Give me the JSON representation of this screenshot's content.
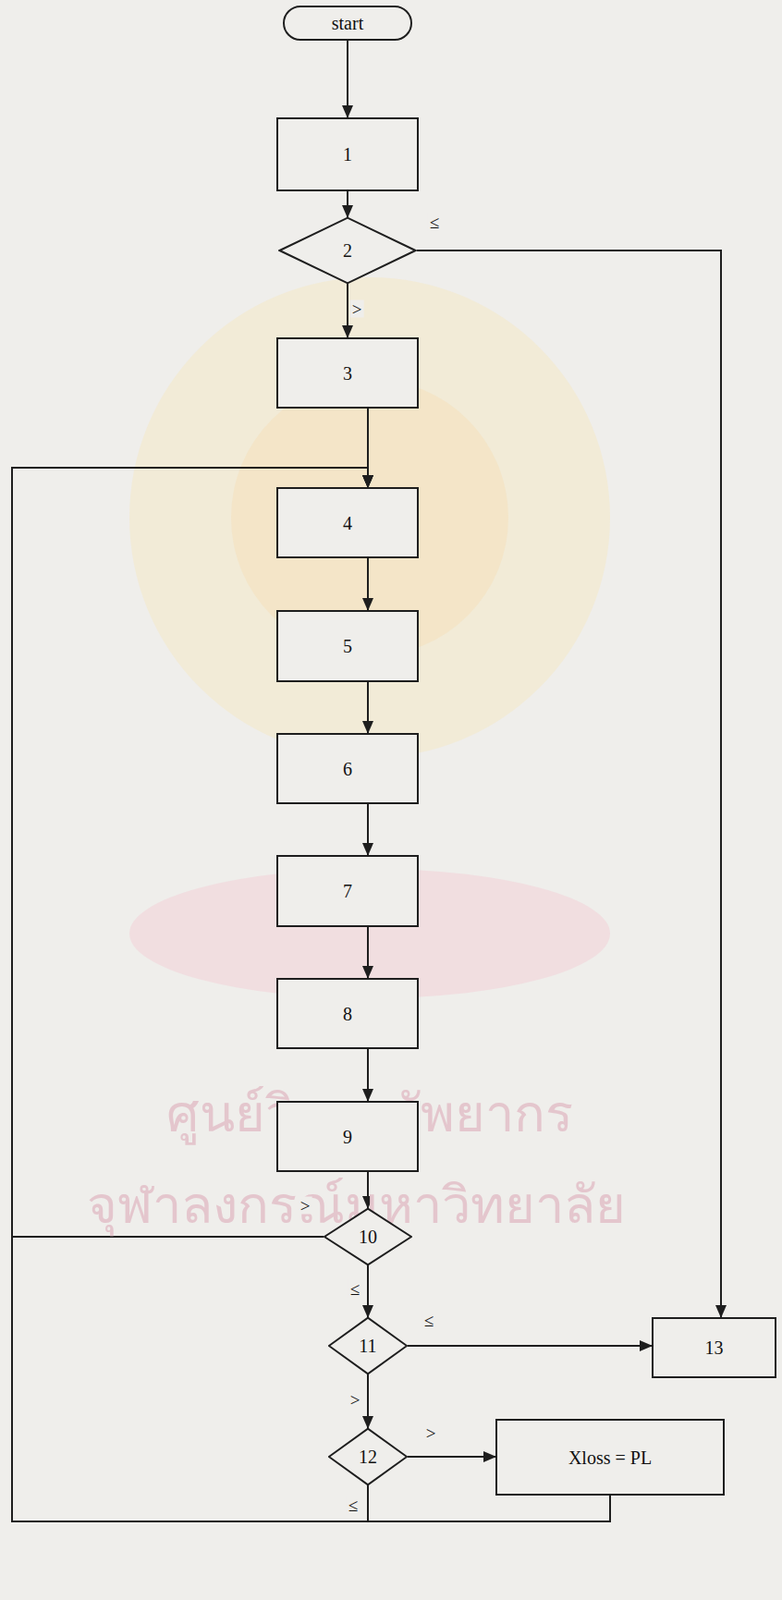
{
  "diagram": {
    "nodes": [
      {
        "text": [
          "start"
        ]
      },
      {
        "text": [
          "1"
        ]
      },
      {
        "text": [
          "2"
        ]
      },
      {
        "text": [
          "3"
        ]
      },
      {
        "text": [
          "4"
        ]
      },
      {
        "text": [
          "5"
        ]
      },
      {
        "text": [
          "6"
        ]
      },
      {
        "text": [
          "7"
        ]
      },
      {
        "text": [
          "8"
        ]
      },
      {
        "text": [
          "9"
        ]
      },
      {
        "text": [
          "10"
        ]
      },
      {
        "text": [
          "11"
        ]
      },
      {
        "text": [
          "12"
        ]
      },
      {
        "text": [
          "13"
        ]
      },
      {
        "text": [
          "Xloss = PL"
        ]
      }
    ],
    "edges": [
      {
        "from": 0,
        "to": 1,
        "arrow": "to"
      },
      {
        "from": 1,
        "to": 2,
        "arrow": "to"
      },
      {
        "from": 2,
        "to": 3,
        "arrow": "to",
        "label": ">"
      },
      {
        "from": 2,
        "to": 13,
        "arrow": "to",
        "label": "≤"
      },
      {
        "from": 3,
        "to": 4,
        "arrow": "to"
      },
      {
        "from": 4,
        "to": 5,
        "arrow": "to"
      },
      {
        "from": 5,
        "to": 6,
        "arrow": "to"
      },
      {
        "from": 6,
        "to": 7,
        "arrow": "to"
      },
      {
        "from": 7,
        "to": 8,
        "arrow": "to"
      },
      {
        "from": 8,
        "to": 9,
        "arrow": "to"
      },
      {
        "from": 9,
        "to": 10,
        "arrow": "to"
      },
      {
        "from": 10,
        "to": 4,
        "arrow": "to",
        "label": ">"
      },
      {
        "from": 10,
        "to": 11,
        "arrow": "to",
        "label": "≤"
      },
      {
        "from": 11,
        "to": 13,
        "arrow": "to",
        "label": "≤"
      },
      {
        "from": 11,
        "to": 12,
        "arrow": "to",
        "label": ">"
      },
      {
        "from": 12,
        "to": 14,
        "arrow": "to",
        "label": ">"
      },
      {
        "from": 12,
        "to": 4,
        "arrow": "to",
        "label": "≤"
      },
      {
        "from": 14,
        "to": 4,
        "arrow": "to"
      }
    ],
    "labels": [
      "ศูนย์วิทยทรัพยากร",
      "จุฬาลงกรณ์มหาวิทยาลัย"
    ]
  }
}
